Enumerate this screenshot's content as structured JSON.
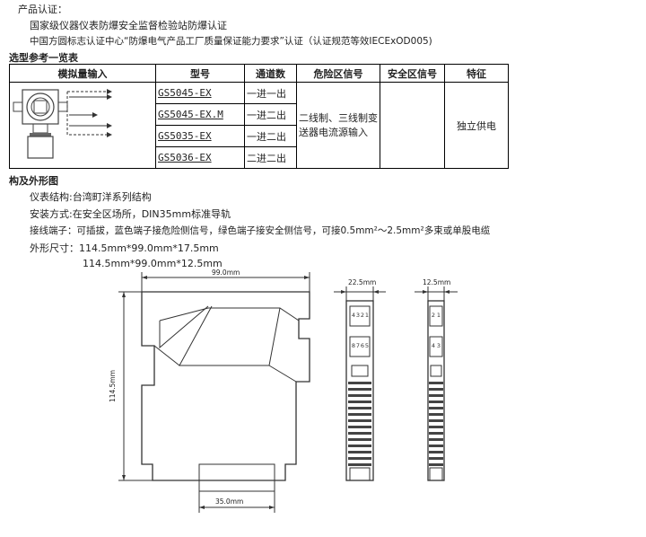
{
  "cert": {
    "title": "产品认证：",
    "line1": "国家级仪器仪表防爆安全监督检验站防爆认证",
    "line2": "中国方圆标志认证中心“防爆电气产品工厂质量保证能力要求”认证（认证规范等效IECExOD005)"
  },
  "selection": {
    "title": "选型参考一览表",
    "headers": [
      "模拟量输入",
      "型号",
      "通道数",
      "危险区信号",
      "安全区信号",
      "特征"
    ],
    "rows": [
      {
        "model": "GS5045-EX",
        "channels": "一进一出"
      },
      {
        "model": "GS5045-EX.M",
        "channels": "一进二出"
      },
      {
        "model": "GS5035-EX",
        "channels": "一进二出"
      },
      {
        "model": "GS5036-EX",
        "channels": "二进二出"
      }
    ],
    "hazard_signal": "二线制、三线制变送器电流源输入",
    "feature": "独立供电"
  },
  "structure": {
    "title": "构及外形图",
    "line1": "仪表结构:台湾町洋系列结构",
    "line2": "安装方式:在安全区场所，DIN35mm标准导轨",
    "line3": "接线端子：可插拔，蓝色端子接危险侧信号，绿色端子接安全侧信号，可接0.5mm²～2.5mm²多束或单股电缆",
    "line4": "外形尺寸：114.5mm*99.0mm*17.5mm",
    "line5": "114.5mm*99.0mm*12.5mm"
  },
  "drawing": {
    "width_label": "99.0mm",
    "height_label": "114.5mm",
    "rail_label": "35.0mm",
    "side1_label": "22.5mm",
    "side2_label": "12.5mm",
    "term_top": [
      "4",
      "3",
      "2",
      "1"
    ],
    "term_bottom": [
      "8",
      "7",
      "6",
      "5"
    ],
    "term_top_small": [
      "2",
      "1"
    ],
    "term_bottom_small": [
      "4",
      "3"
    ]
  }
}
